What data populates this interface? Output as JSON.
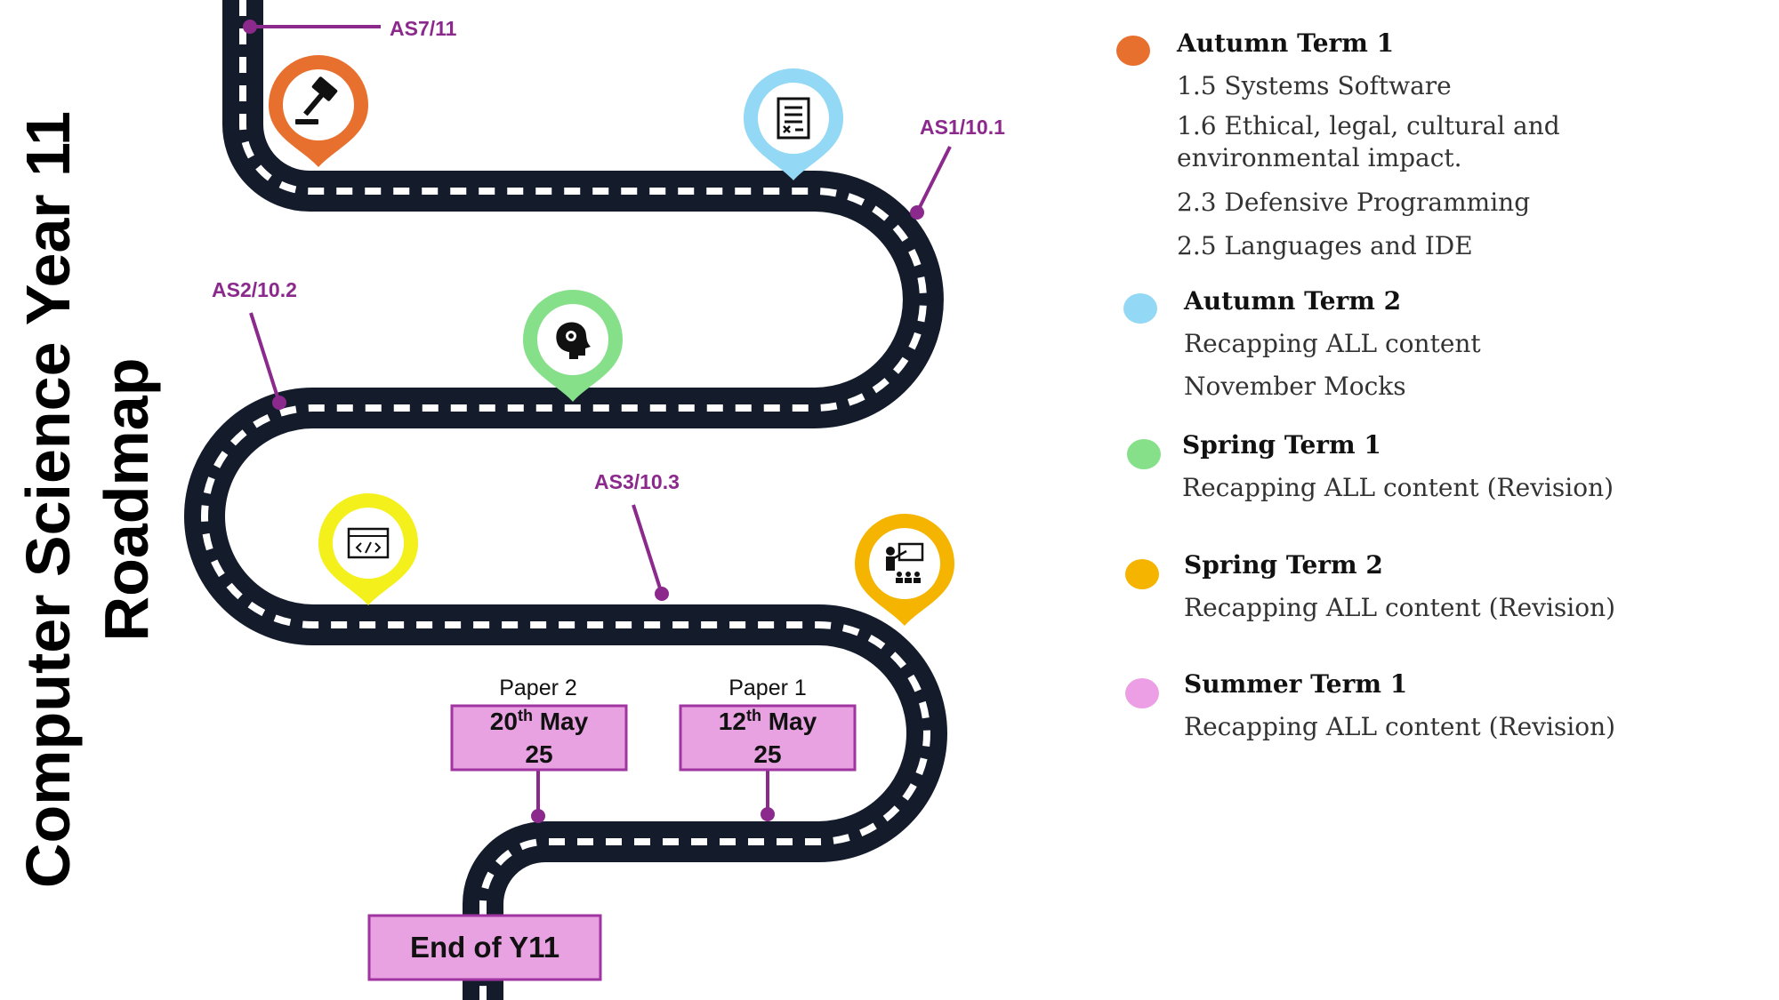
{
  "title": {
    "line1": "Computer Science Year 11",
    "line2": "Roadmap"
  },
  "colors": {
    "road": "#141c2b",
    "dash": "#ffffff",
    "connector": "#8b2a8c",
    "label": "#8b2a8c",
    "box_fill": "#e8a2e2",
    "box_border": "#a034a0",
    "autumn1": "#e8702f",
    "autumn2": "#93d8f4",
    "spring1": "#86e08a",
    "spring2": "#f5b400",
    "summer1": "#ec9fe4",
    "pin_yellow": "#f4f01c"
  },
  "milestones": [
    {
      "label": "AS7/11"
    },
    {
      "label": "AS1/10.1"
    },
    {
      "label": "AS2/10.2"
    },
    {
      "label": "AS3/10.3"
    }
  ],
  "pins": [
    {
      "icon": "gavel-icon",
      "color": "#e8702f"
    },
    {
      "icon": "document-icon",
      "color": "#93d8f4"
    },
    {
      "icon": "head-lightbulb-icon",
      "color": "#86e08a"
    },
    {
      "icon": "code-window-icon",
      "color": "#f4f01c"
    },
    {
      "icon": "teacher-presentation-icon",
      "color": "#f5b400"
    }
  ],
  "exams": [
    {
      "caption": "Paper 2",
      "day": "20",
      "suffix": "th",
      "month": "May",
      "year": "25"
    },
    {
      "caption": "Paper 1",
      "day": "12",
      "suffix": "th",
      "month": "May",
      "year": "25"
    }
  ],
  "end_label": "End of Y11",
  "legend": [
    {
      "heading": "Autumn Term 1",
      "color": "#e8702f",
      "items": [
        "1.5 Systems Software",
        "1.6 Ethical, legal, cultural and environmental impact.",
        "2.3 Defensive Programming",
        "2.5 Languages and IDE"
      ]
    },
    {
      "heading": "Autumn Term 2",
      "color": "#93d8f4",
      "items": [
        "Recapping ALL content",
        "November Mocks"
      ]
    },
    {
      "heading": "Spring Term 1",
      "color": "#86e08a",
      "items": [
        "Recapping ALL content (Revision)"
      ]
    },
    {
      "heading": "Spring Term 2",
      "color": "#f5b400",
      "items": [
        "Recapping ALL content (Revision)"
      ]
    },
    {
      "heading": "Summer Term 1",
      "color": "#ec9fe4",
      "items": [
        "Recapping ALL content (Revision)"
      ]
    }
  ]
}
